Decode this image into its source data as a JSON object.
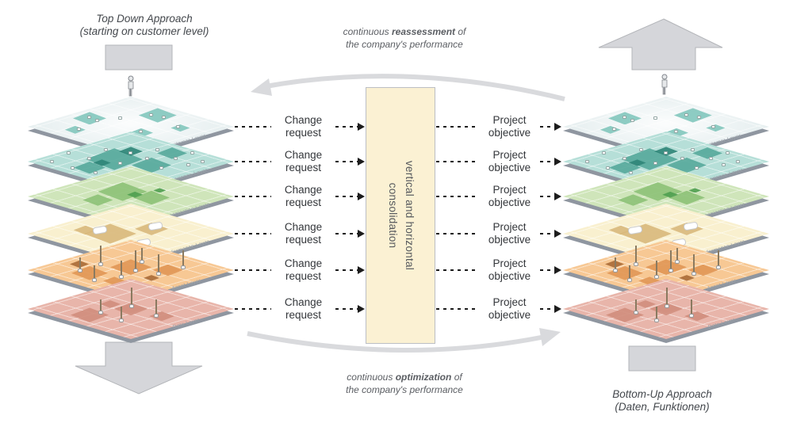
{
  "diagram": {
    "top_left_title": {
      "line1": "Top Down Approach",
      "line2": "(starting on customer level)"
    },
    "bottom_right_title": {
      "line1": "Bottom-Up Approach",
      "line2": "(Daten, Funktionen)"
    },
    "top_annotation": {
      "pre": "continuous ",
      "bold": "reassessment",
      "post": " of",
      "line2": "the company's performance"
    },
    "bottom_annotation": {
      "pre": "continuous ",
      "bold": "optimization",
      "post": " of",
      "line2": "the company's performance"
    },
    "center_box": {
      "line1": "vertical and horizontal",
      "line2": "consolidation"
    },
    "rows": [
      {
        "left": "Change request",
        "right": "Project objective"
      },
      {
        "left": "Change request",
        "right": "Project objective"
      },
      {
        "left": "Change request",
        "right": "Project objective"
      },
      {
        "left": "Change request",
        "right": "Project objective"
      },
      {
        "left": "Change request",
        "right": "Project objective"
      },
      {
        "left": "Change request",
        "right": "Project objective"
      }
    ],
    "layers": [
      {
        "name": "Customer Layer",
        "face": "#e8f0f1",
        "accent": "#82c7bd",
        "accent2": "#5fb3a7",
        "soft": true
      },
      {
        "name": "Experience Layer",
        "face": "#b6dfd8",
        "accent": "#55a89b",
        "accent2": "#2f8578"
      },
      {
        "name": "Organization Layer",
        "face": "#cfe5ba",
        "accent": "#8cc177",
        "accent2": "#4f9e50"
      },
      {
        "name": "Performance Layer",
        "face": "#f9f0cf",
        "accent": "#d8b87b",
        "accent2": "#c9a35e"
      },
      {
        "name": "Asset Layer",
        "face": "#f7c894",
        "accent": "#e09654",
        "accent2": "#a96a36"
      },
      {
        "name": "Data Layer",
        "face": "#e8b5aa",
        "accent": "#d08d7c",
        "accent2": "#bd7767"
      }
    ],
    "colors": {
      "box_fill": "#fbf1d3",
      "box_border": "#bcbfc4",
      "arc": "#d9dadd",
      "block_arrow": "#d5d6da",
      "block_arrow_border": "#b3b5b9",
      "dash": "#1c1c1c",
      "layer_edge": "#8f96a0",
      "title_text": "#44484d",
      "annotation_text": "#5b5e63",
      "flow_text": "#33363a",
      "layer_label_text": "#9aa1a8"
    }
  }
}
